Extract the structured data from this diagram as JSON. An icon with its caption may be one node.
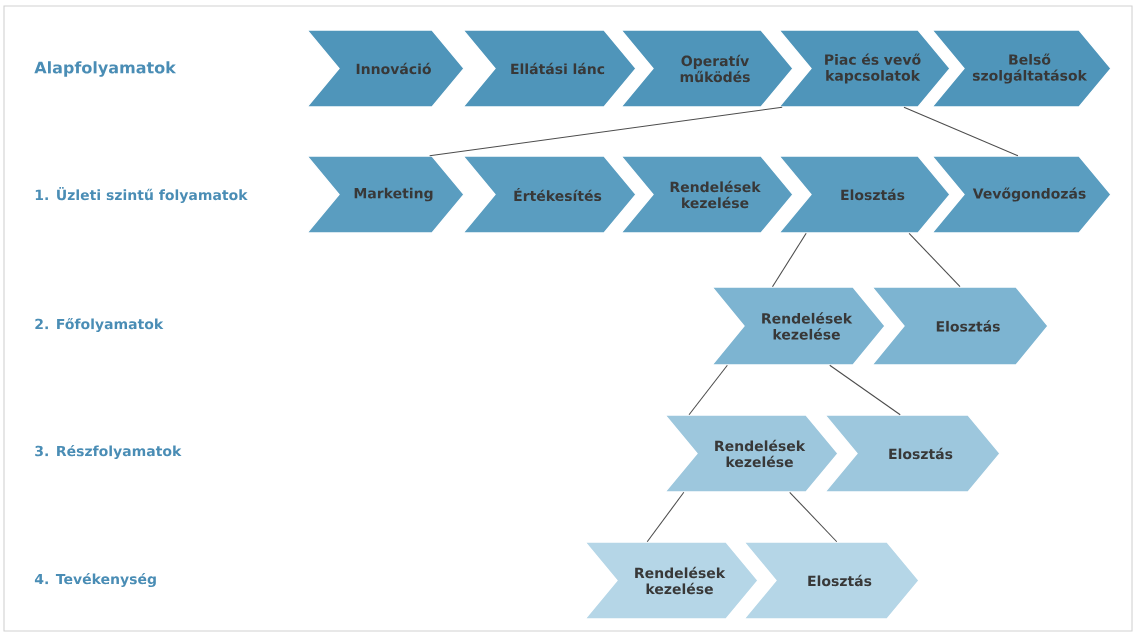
{
  "diagram": {
    "nodes": [
      {
        "text": [
          "Innováció"
        ]
      },
      {
        "text": [
          "Ellátási lánc"
        ]
      },
      {
        "text": [
          "Operatív működés"
        ]
      },
      {
        "text": [
          "Piac és vevő kapcsolatok"
        ]
      },
      {
        "text": [
          "Belső szolgáltatások"
        ]
      },
      {
        "text": [
          "Marketing"
        ]
      },
      {
        "text": [
          "Értékesítés"
        ]
      },
      {
        "text": [
          "Rendelések kezelése"
        ]
      },
      {
        "text": [
          "Elosztás"
        ]
      },
      {
        "text": [
          "Vevőgondozás"
        ]
      },
      {
        "text": [
          "Rendelések kezelése"
        ]
      },
      {
        "text": [
          "Elosztás"
        ]
      },
      {
        "text": [
          "Rendelések kezelése"
        ]
      },
      {
        "text": [
          "Elosztás"
        ]
      },
      {
        "text": [
          "Rendelések kezelése"
        ]
      },
      {
        "text": [
          "Elosztás"
        ]
      }
    ],
    "edges": [
      {
        "from": 3,
        "to": 5,
        "arrow": "none"
      },
      {
        "from": 3,
        "to": 9,
        "arrow": "none"
      },
      {
        "from": 8,
        "to": 10,
        "arrow": "none"
      },
      {
        "from": 8,
        "to": 11,
        "arrow": "none"
      },
      {
        "from": 10,
        "to": 12,
        "arrow": "none"
      },
      {
        "from": 10,
        "to": 13,
        "arrow": "none"
      },
      {
        "from": 12,
        "to": 14,
        "arrow": "none"
      },
      {
        "from": 12,
        "to": 15,
        "arrow": "none"
      }
    ],
    "labels": [
      "Alapfolyamatok",
      "1. Üzleti szintű folyamatok",
      "2. Főfolyamatok",
      "3. Részfolyamatok",
      "4. Tevékenység"
    ]
  }
}
